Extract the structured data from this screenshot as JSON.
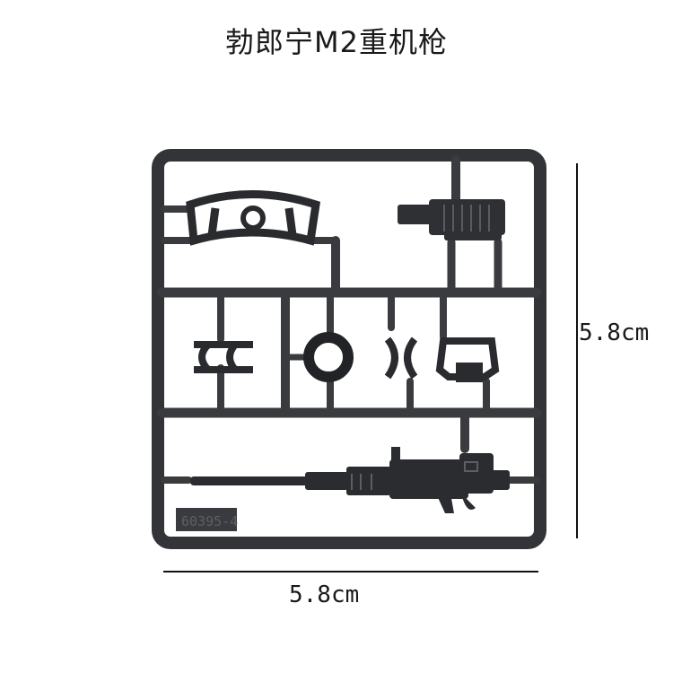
{
  "title": "勃郎宁M2重机枪",
  "width_label": "5.8cm",
  "height_label": "5.8cm",
  "part_number": "60395-4",
  "colors": {
    "frame": "#3a3b3e",
    "frame_dark": "#222326",
    "background": "#ffffff"
  }
}
